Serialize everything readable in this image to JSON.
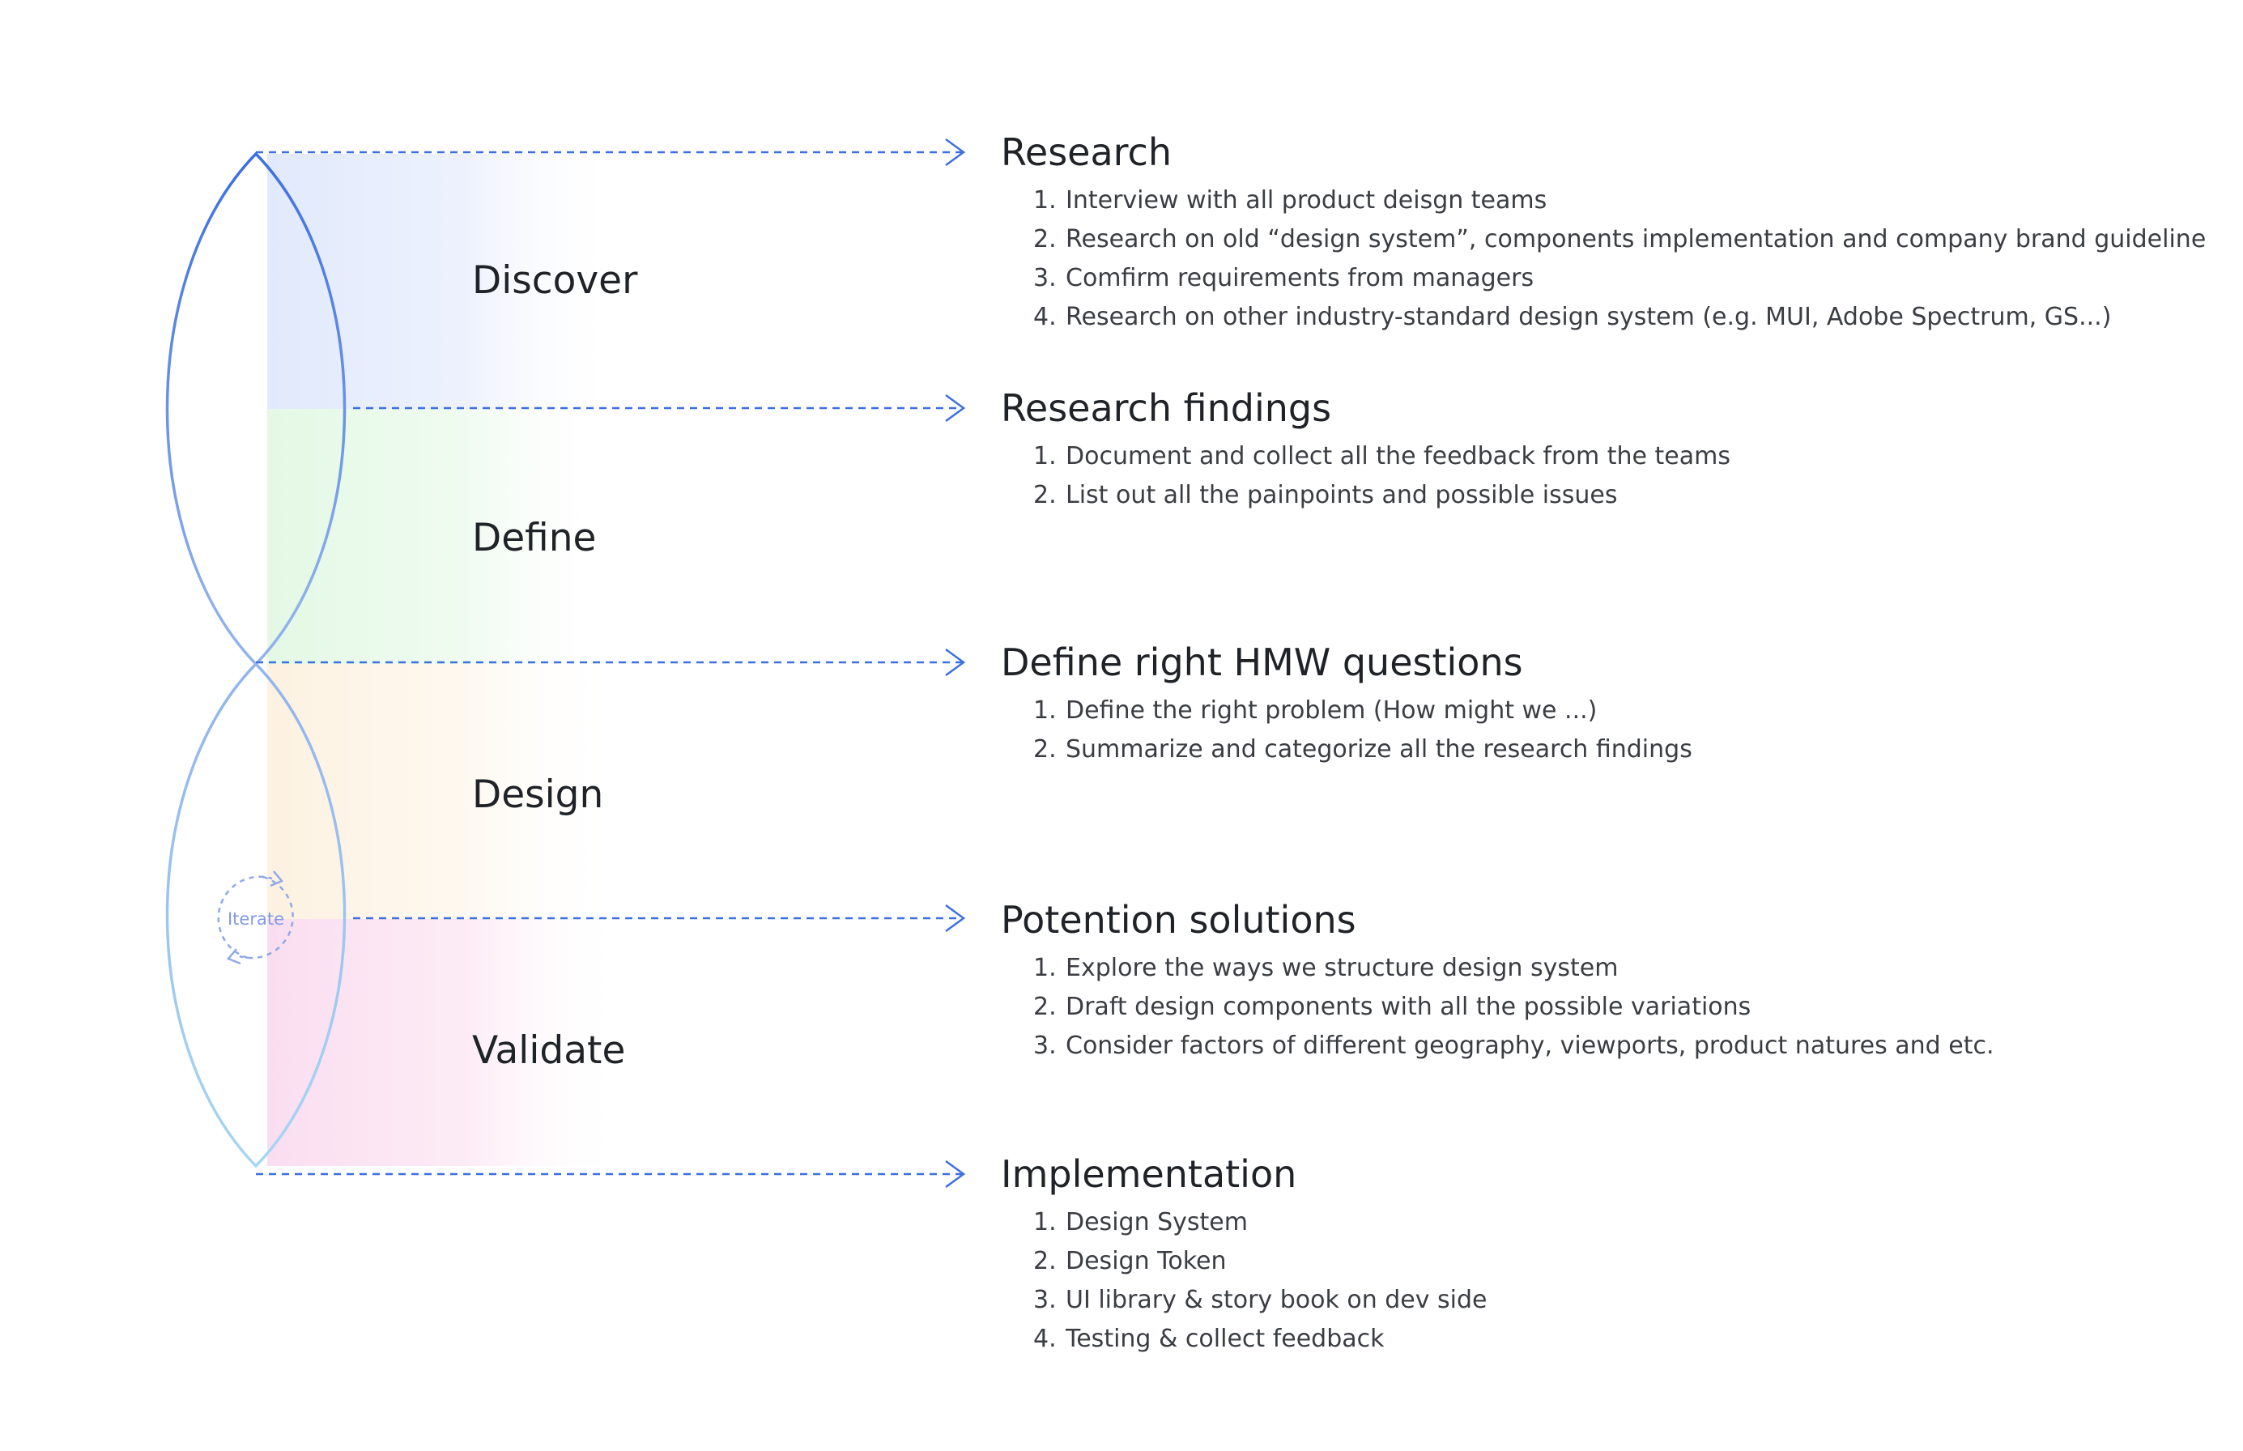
{
  "colors": {
    "discover": "#dfe8fc",
    "define": "#e4f8e4",
    "design": "#fdf3e2",
    "validate": "#fbe0f0",
    "connector": "#3c6fe0",
    "curve_top": "#3b6ee0",
    "curve_bottom": "#9fd0f0"
  },
  "phases": [
    {
      "id": "discover",
      "label": "Discover"
    },
    {
      "id": "define",
      "label": "Define"
    },
    {
      "id": "design",
      "label": "Design"
    },
    {
      "id": "validate",
      "label": "Validate"
    }
  ],
  "iterate": {
    "label": "Iterate"
  },
  "sections": [
    {
      "title": "Research",
      "items": [
        "Interview with all product deisgn teams",
        "Research on old “design system”, components implementation and company brand guideline",
        "Comfirm requirements from managers",
        "Research on other industry-standard design system (e.g. MUI, Adobe Spectrum, GS...)"
      ]
    },
    {
      "title": "Research findings",
      "items": [
        "Document and collect all the feedback from the teams",
        "List out all the painpoints and possible issues"
      ]
    },
    {
      "title": "Define right HMW questions",
      "items": [
        "Define the right problem  (How might we ...)",
        "Summarize and categorize all the research findings"
      ]
    },
    {
      "title": "Potention solutions",
      "items": [
        "Explore the ways we structure design system",
        "Draft design components with all the possible variations",
        "Consider factors of different geography, viewports, product natures and etc."
      ]
    },
    {
      "title": "Implementation",
      "items": [
        "Design System",
        "Design Token",
        "UI library & story book on dev side",
        "Testing & collect feedback"
      ]
    }
  ]
}
